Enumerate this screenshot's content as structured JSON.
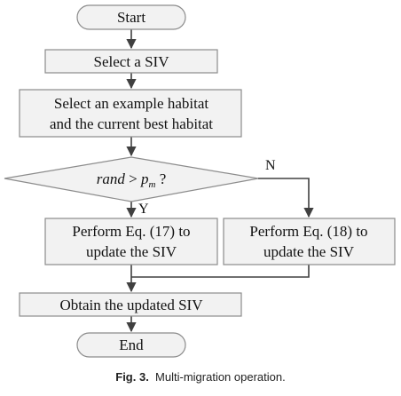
{
  "nodes": {
    "start": "Start",
    "select_siv": "Select a SIV",
    "select_habitat": [
      "Select an example habitat",
      "and the current best habitat"
    ],
    "condition": {
      "lhs": "rand",
      "op": " > ",
      "var": "p",
      "sub": "m",
      "suffix": " ?"
    },
    "perform17": [
      "Perform Eq. (17) to",
      "update the SIV"
    ],
    "perform18": [
      "Perform Eq. (18) to",
      "update the SIV"
    ],
    "obtain": "Obtain the updated SIV",
    "end": "End"
  },
  "branches": {
    "yes": "Y",
    "no": "N"
  },
  "caption": {
    "label": "Fig. 3.",
    "text": "Multi-migration operation."
  },
  "colors": {
    "fill": "#f2f2f2",
    "stroke": "#8c8c8c",
    "arrow": "#404040"
  }
}
